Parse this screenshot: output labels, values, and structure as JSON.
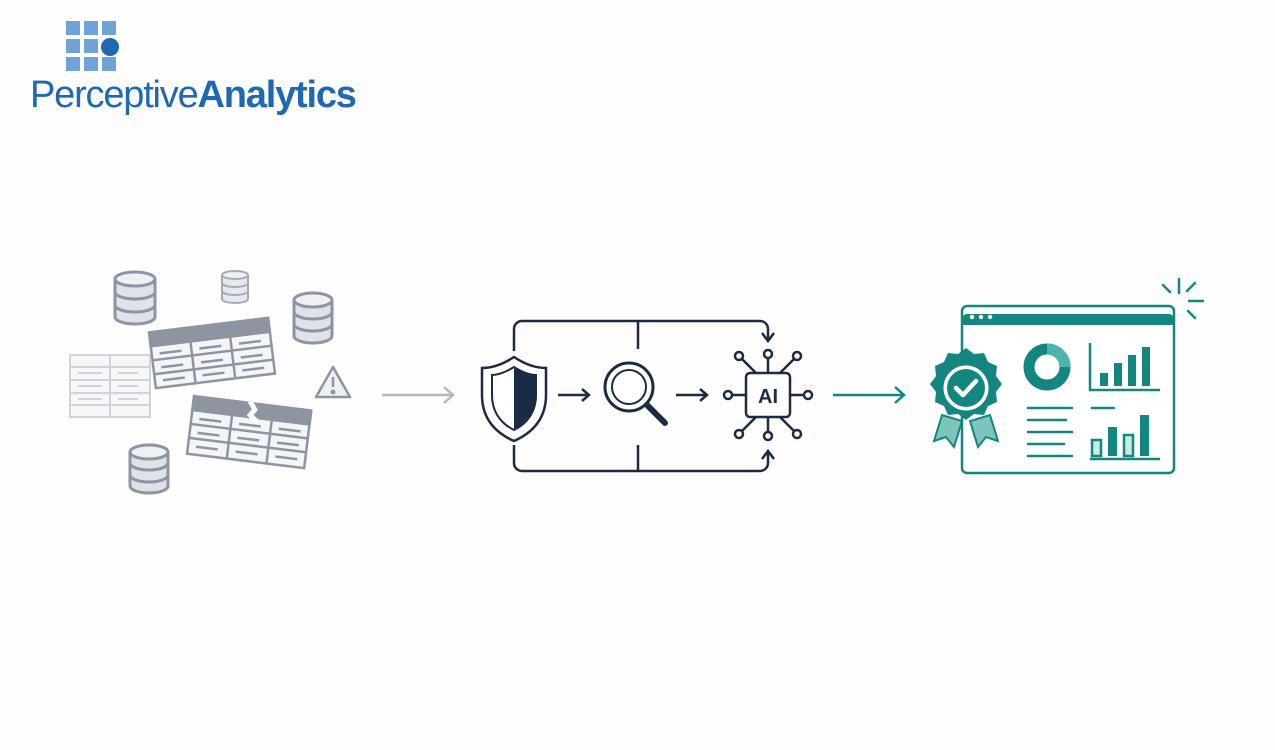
{
  "brand": {
    "name_light": "Perceptive",
    "name_bold": "Analytics",
    "color": "#1f68b3",
    "light_color": "#6fa3d8"
  },
  "diagram": {
    "stages": [
      {
        "name": "fragmented-data-sources",
        "icons": [
          "database-icon",
          "broken-table-icon",
          "warning-icon"
        ],
        "color": "#8d95a3"
      },
      {
        "name": "governance-pipeline",
        "icons": [
          "shield-icon",
          "magnifier-icon",
          "ai-chip-icon"
        ],
        "color": "#1b2a45"
      },
      {
        "name": "certified-dashboard",
        "icons": [
          "award-badge-icon",
          "donut-chart-icon",
          "bar-chart-icon"
        ],
        "color": "#13877f"
      }
    ],
    "ai_label": "AI"
  }
}
